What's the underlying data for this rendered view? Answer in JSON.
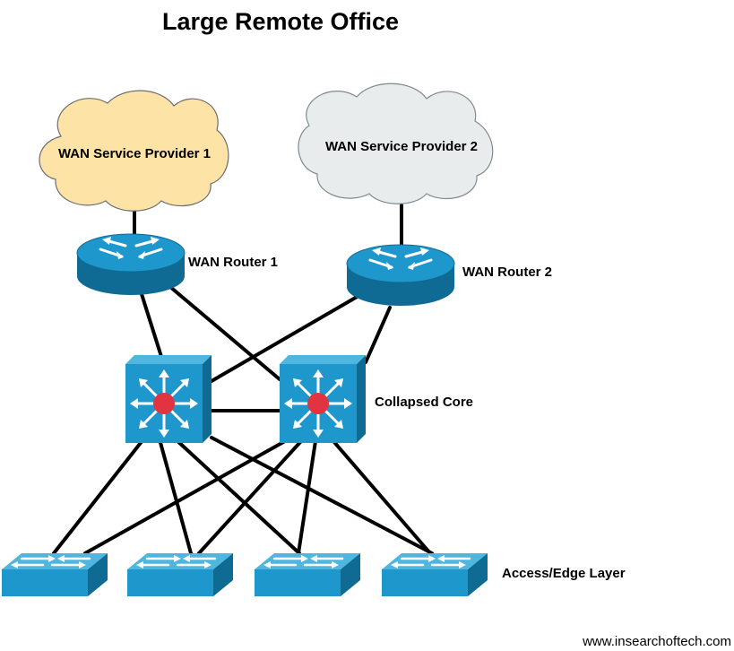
{
  "title": "Large Remote Office",
  "clouds": [
    {
      "label": "WAN Service Provider 1",
      "color": "#fde3a5"
    },
    {
      "label": "WAN Service Provider 2",
      "color": "#e9eced"
    }
  ],
  "routers": [
    {
      "label": "WAN Router 1"
    },
    {
      "label": "WAN Router 2"
    }
  ],
  "core": {
    "label": "Collapsed Core"
  },
  "access": {
    "label": "Access/Edge Layer"
  },
  "credit": "www.insearchoftech.com",
  "colors": {
    "device_blue": "#1d97cc",
    "device_dark": "#0f6b93",
    "core_center": "#e23341",
    "link": "#000000"
  }
}
